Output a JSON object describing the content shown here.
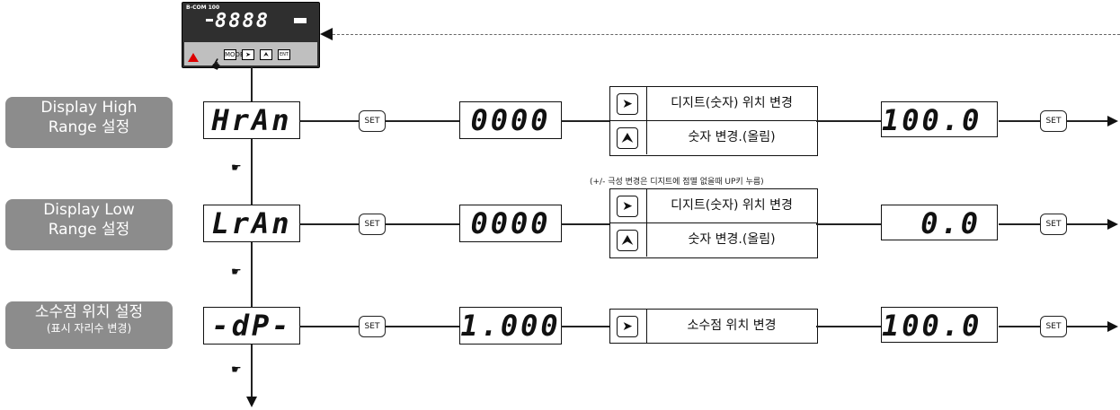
{
  "device": {
    "model": "B-COM 100",
    "display": "8888",
    "buttons": [
      "MODE",
      "➤",
      "⮝",
      "ENT"
    ]
  },
  "rows": [
    {
      "label_lines": [
        "Display High",
        "Range 설정"
      ],
      "code": "HrAn",
      "set": "SET",
      "initial": "0000",
      "instructions": [
        {
          "icon": "right-arrow-key",
          "glyph": "➤",
          "text": "디지트(숫자) 위치 변경"
        },
        {
          "icon": "up-arrow-key",
          "glyph": "⮝",
          "text": "숫자 변경.(올림)"
        }
      ],
      "result": "100.0",
      "set_end": "SET"
    },
    {
      "label_lines": [
        "Display Low",
        "Range 설정"
      ],
      "code": "LrAn",
      "set": "SET",
      "initial": "0000",
      "note": "(+/- 극성 변경은 디지트에 점멸 없을때 UP키 누름)",
      "instructions": [
        {
          "icon": "right-arrow-key",
          "glyph": "➤",
          "text": "디지트(숫자) 위치 변경"
        },
        {
          "icon": "up-arrow-key",
          "glyph": "⮝",
          "text": "숫자 변경.(올림)"
        }
      ],
      "result": "0.0",
      "set_end": "SET"
    },
    {
      "label_main": "소수점 위치 설정",
      "label_sub": "(표시 자리수 변경)",
      "code": "-dP-",
      "set": "SET",
      "initial": "1.000",
      "instructions": [
        {
          "icon": "right-arrow-key",
          "glyph": "➤",
          "text": "소수점 위치 변경"
        }
      ],
      "result": "100.0",
      "set_end": "SET"
    }
  ],
  "hand_glyph": "☛"
}
